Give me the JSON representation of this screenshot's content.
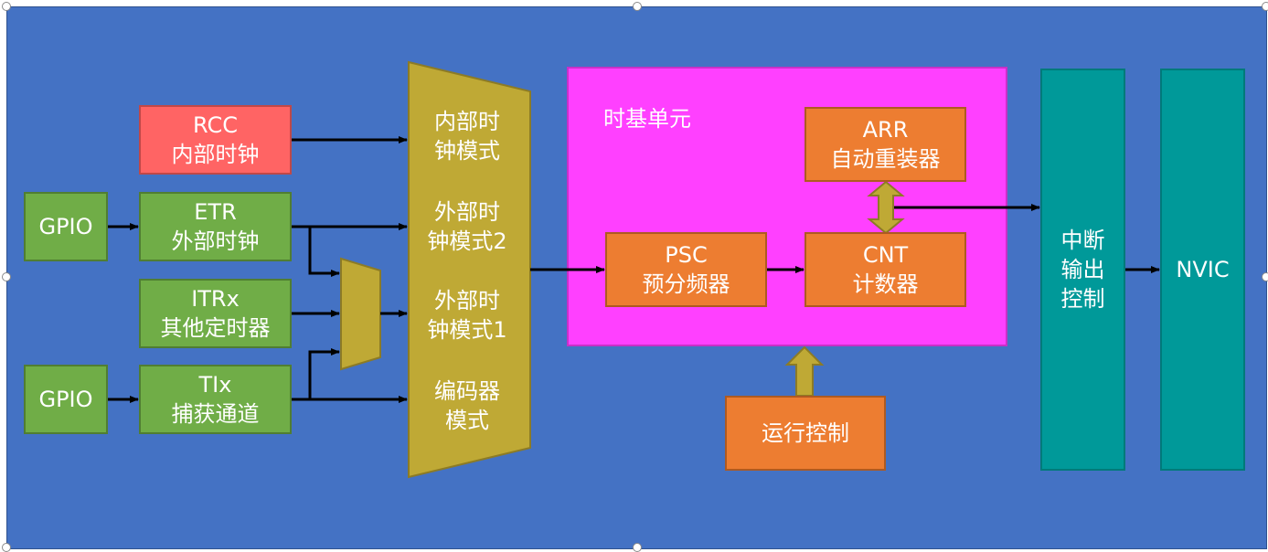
{
  "blocks": {
    "gpio1": "GPIO",
    "gpio2": "GPIO",
    "rcc": [
      "RCC",
      "内部时钟"
    ],
    "etr": [
      "ETR",
      "外部时钟"
    ],
    "itrx": [
      "ITRx",
      "其他定时器"
    ],
    "tix": [
      "TIx",
      "捕获通道"
    ]
  },
  "mux_modes": {
    "internal": [
      "内部时",
      "钟模式"
    ],
    "external2": [
      "外部时",
      "钟模式2"
    ],
    "external1": [
      "外部时",
      "钟模式1"
    ],
    "encoder": [
      "编码器",
      "模式"
    ]
  },
  "time_base": {
    "title": "时基单元",
    "arr": [
      "ARR",
      "自动重装器"
    ],
    "psc": [
      "PSC",
      "预分频器"
    ],
    "cnt": [
      "CNT",
      "计数器"
    ]
  },
  "run_control": "运行控制",
  "interrupt_output": [
    "中断",
    "输出",
    "控制"
  ],
  "nvic": "NVIC",
  "colors": {
    "background": "#4472C4",
    "green": "#70AD47",
    "red": "#FF6464",
    "olive": "#BFA935",
    "orange": "#ED7D31",
    "magenta": "#FF40FF",
    "teal": "#009999"
  }
}
